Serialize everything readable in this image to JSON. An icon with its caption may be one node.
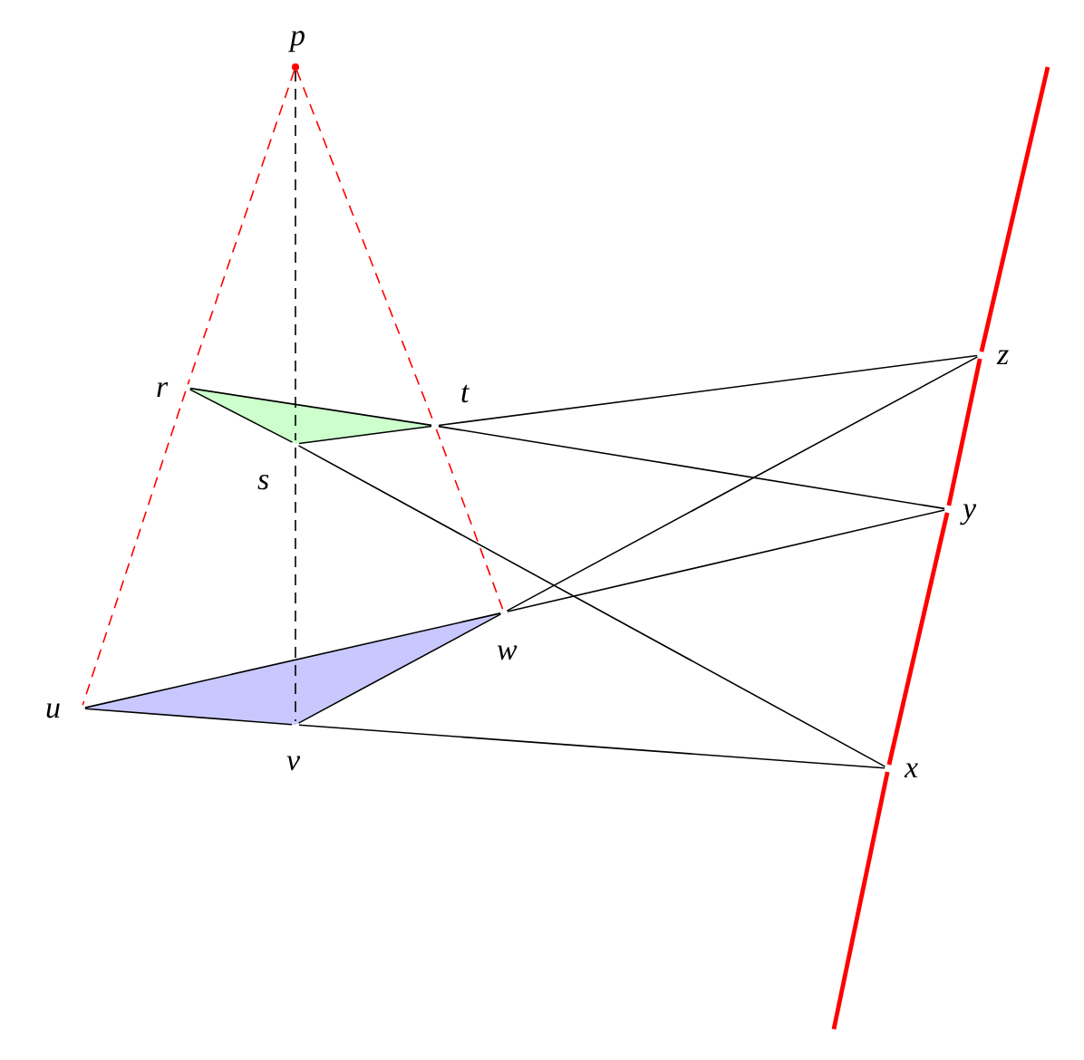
{
  "diagram": {
    "nodes": [
      {
        "text": [
          "p"
        ]
      },
      {
        "text": [
          "r"
        ]
      },
      {
        "text": [
          "s"
        ]
      },
      {
        "text": [
          "t"
        ]
      },
      {
        "text": [
          "u"
        ]
      },
      {
        "text": [
          "v"
        ]
      },
      {
        "text": [
          "w"
        ]
      },
      {
        "text": [
          "x"
        ]
      },
      {
        "text": [
          "y"
        ]
      },
      {
        "text": [
          "z"
        ]
      }
    ],
    "edges": [
      {
        "from": 1,
        "to": 2,
        "arrow": "none"
      },
      {
        "from": 2,
        "to": 7,
        "arrow": "none"
      },
      {
        "from": 1,
        "to": 3,
        "arrow": "none"
      },
      {
        "from": 3,
        "to": 8,
        "arrow": "none"
      },
      {
        "from": 2,
        "to": 3,
        "arrow": "none"
      },
      {
        "from": 3,
        "to": 9,
        "arrow": "none"
      },
      {
        "from": 4,
        "to": 5,
        "arrow": "none"
      },
      {
        "from": 5,
        "to": 7,
        "arrow": "none"
      },
      {
        "from": 4,
        "to": 6,
        "arrow": "none"
      },
      {
        "from": 6,
        "to": 8,
        "arrow": "none"
      },
      {
        "from": 5,
        "to": 6,
        "arrow": "none"
      },
      {
        "from": 6,
        "to": 9,
        "arrow": "none"
      },
      {
        "from": 0,
        "to": 2,
        "arrow": "none",
        "style": "dashed"
      },
      {
        "from": 2,
        "to": 5,
        "arrow": "none",
        "style": "dashed"
      },
      {
        "from": 0,
        "to": 1,
        "arrow": "none",
        "style": "dashed",
        "color": "#ff0000"
      },
      {
        "from": 1,
        "to": 4,
        "arrow": "none",
        "style": "dashed",
        "color": "#ff0000"
      },
      {
        "from": 0,
        "to": 3,
        "arrow": "none",
        "style": "dashed",
        "color": "#ff0000"
      },
      {
        "from": 3,
        "to": 6,
        "arrow": "none",
        "style": "dashed",
        "color": "#ff0000"
      },
      {
        "from": null,
        "to": 9,
        "arrow": "none",
        "style": "thick",
        "color": "#ff0000"
      },
      {
        "from": 9,
        "to": 8,
        "arrow": "none",
        "style": "thick",
        "color": "#ff0000"
      },
      {
        "from": 8,
        "to": 7,
        "arrow": "none",
        "style": "thick",
        "color": "#ff0000"
      },
      {
        "from": 7,
        "to": null,
        "arrow": "none",
        "style": "thick",
        "color": "#ff0000"
      }
    ]
  }
}
